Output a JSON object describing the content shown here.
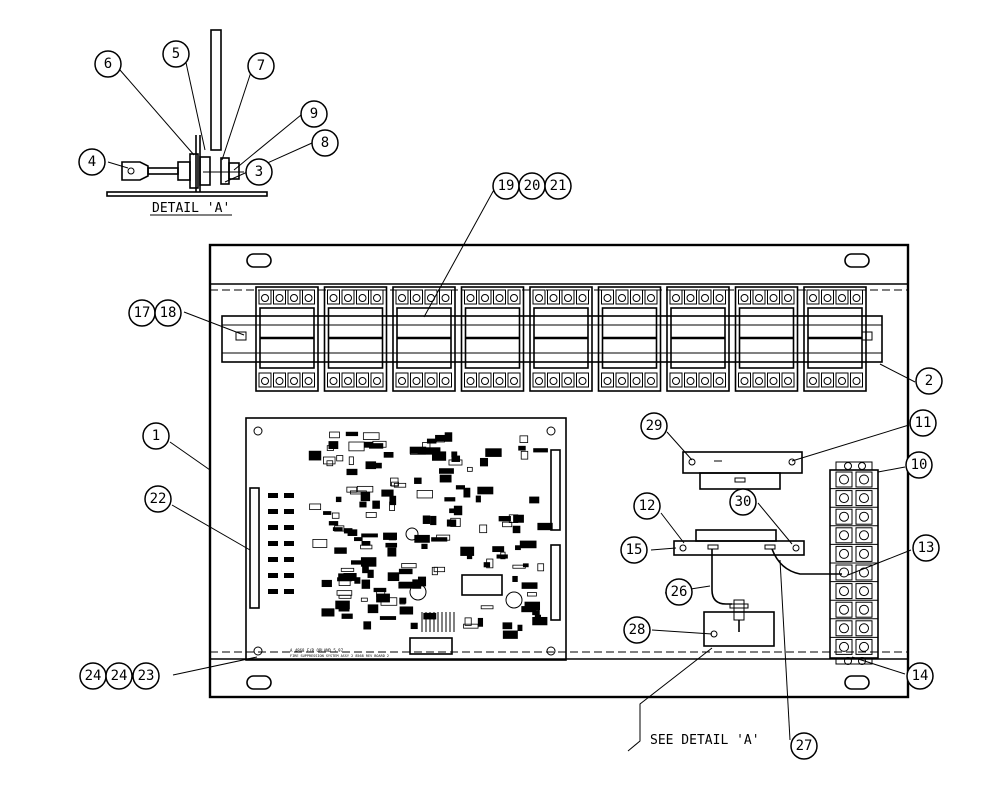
{
  "detail_title": "DETAIL 'A'",
  "see_detail_note": "SEE DETAIL 'A'",
  "pcb_text_line1": "A 4868  F/R  OPLAND 5 97",
  "pcb_text_line2": "FIRE SUPPRESSION SYSTEM  ASSY 2  8568 REV  BOARD 2",
  "callouts": {
    "c1": "1",
    "c2": "2",
    "c3": "3",
    "c4": "4",
    "c5": "5",
    "c6": "6",
    "c7": "7",
    "c8": "8",
    "c9": "9",
    "c10": "10",
    "c11": "11",
    "c12": "12",
    "c13": "13",
    "c14": "14",
    "c15": "15",
    "c17": "17",
    "c18": "18",
    "c19": "19",
    "c20": "20",
    "c21": "21",
    "c22": "22",
    "c23": "23",
    "c24a": "24",
    "c24b": "24",
    "c26": "26",
    "c27": "27",
    "c28": "28",
    "c29": "29",
    "c30": "30"
  }
}
